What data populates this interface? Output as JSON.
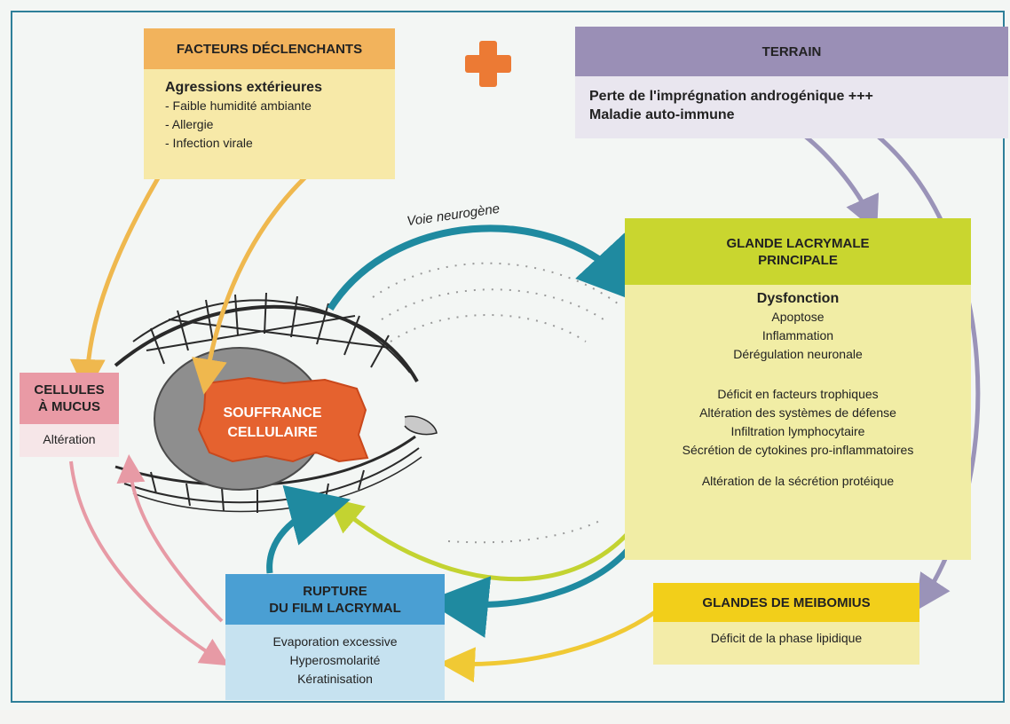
{
  "facteurs": {
    "header": "FACTEURS DÉCLENCHANTS",
    "title": "Agressions extérieures",
    "items": [
      "- Faible humidité ambiante",
      "- Allergie",
      "- Infection virale"
    ]
  },
  "terrain": {
    "header": "TERRAIN",
    "lines": [
      "Perte de l'imprégnation androgénique +++",
      "Maladie auto-immune"
    ]
  },
  "glande": {
    "header": [
      "GLANDE LACRYMALE",
      "PRINCIPALE"
    ],
    "title": "Dysfonction",
    "group1": [
      "Apoptose",
      "Inflammation",
      "Dérégulation neuronale"
    ],
    "group2": [
      "Déficit en facteurs trophiques",
      "Altération des systèmes de défense",
      "Infiltration lymphocytaire",
      "Sécrétion de cytokines pro-inflammatoires"
    ],
    "group3": [
      "Altération de la sécrétion protéique"
    ]
  },
  "cellules": {
    "header": [
      "CELLULES",
      "À MUCUS"
    ],
    "text": "Altération"
  },
  "souffrance": {
    "lines": [
      "SOUFFRANCE",
      "CELLULAIRE"
    ]
  },
  "voie": {
    "label": "Voie neurogène"
  },
  "rupture": {
    "header": [
      "RUPTURE",
      "DU FILM LACRYMAL"
    ],
    "lines": [
      "Evaporation excessive",
      "Hyperosmolarité",
      "Kératinisation"
    ]
  },
  "meibomius": {
    "header": "GLANDES DE MEIBOMIUS",
    "text": "Déficit de la phase lipidique"
  },
  "colors": {
    "facteurs_header": "#f2b35c",
    "terrain_header": "#9a8fb6",
    "glande_header": "#c9d62f",
    "cellules_header": "#e99aa5",
    "rupture_header": "#4a9fd3",
    "meibomius_header": "#f2cf1a",
    "souffrance": "#e5622f",
    "arrow_blue": "#1f8aa0",
    "arrow_orange": "#efb84e",
    "arrow_purple": "#9a93b8",
    "arrow_pink": "#e79aa5",
    "arrow_lime": "#c3d331",
    "arrow_yellow": "#f0c934"
  }
}
